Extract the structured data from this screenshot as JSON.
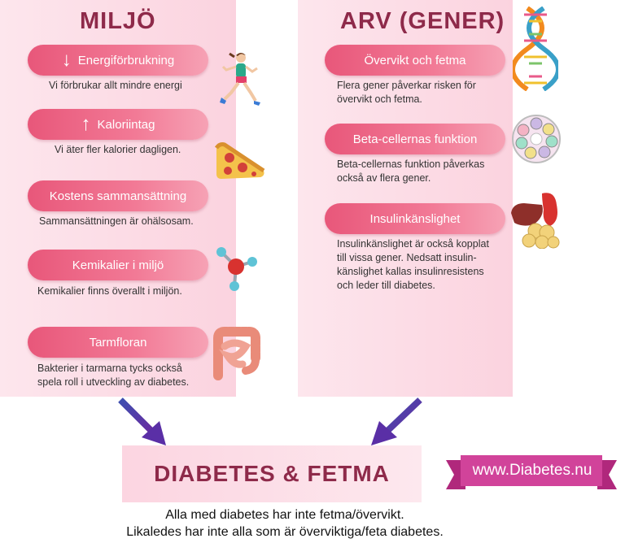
{
  "left": {
    "heading": "MILJÖ",
    "items": [
      {
        "label": "Energiförbrukning",
        "arrow": "↓",
        "desc": [
          "Vi förbrukar allt mindre energi"
        ]
      },
      {
        "label": "Kaloriintag",
        "arrow": "↑",
        "desc": [
          "Vi äter fler kalorier dagligen."
        ]
      },
      {
        "label": "Kostens sammansättning",
        "desc": [
          "Sammansättningen är ohälsosam."
        ]
      },
      {
        "label": "Kemikalier i miljö",
        "desc": [
          "Kemikalier finns överallt i miljön."
        ]
      },
      {
        "label": "Tarmfloran",
        "desc": [
          "Bakterier i tarmarna tycks också",
          "spela roll i utveckling av diabetes."
        ]
      }
    ]
  },
  "right": {
    "heading": "ARV (GENER)",
    "items": [
      {
        "label": "Övervikt och fetma",
        "desc": [
          "Flera gener påverkar risken för",
          "övervikt och fetma."
        ]
      },
      {
        "label": "Beta-cellernas funktion",
        "desc": [
          "Beta-cellernas funktion påverkas",
          "också av flera gener."
        ]
      },
      {
        "label": "Insulinkänslighet",
        "desc": [
          "Insulinkänslighet är också kopplat",
          "till vissa gener. Nedsatt insulin-",
          "känslighet kallas insulinresistens",
          "och leder till diabetes."
        ]
      }
    ]
  },
  "result": {
    "title": "DIABETES & FETMA",
    "note_lines": [
      "Alla med diabetes har inte fetma/övervikt.",
      "Likaledes har inte alla som är överviktiga/feta diabetes."
    ]
  },
  "banner": {
    "text": "www.Diabetes.nu"
  },
  "colors": {
    "pill": "#e8577a",
    "heading": "#8e2a4a",
    "panel": "#fbd3df",
    "arrow": "#3a3aa0",
    "banner": "#c7338a"
  },
  "icons": [
    "runner-icon",
    "pizza-icon",
    "molecule-icon",
    "intestine-icon",
    "dna-icon",
    "beta-cells-icon",
    "liver-fat-icon"
  ]
}
